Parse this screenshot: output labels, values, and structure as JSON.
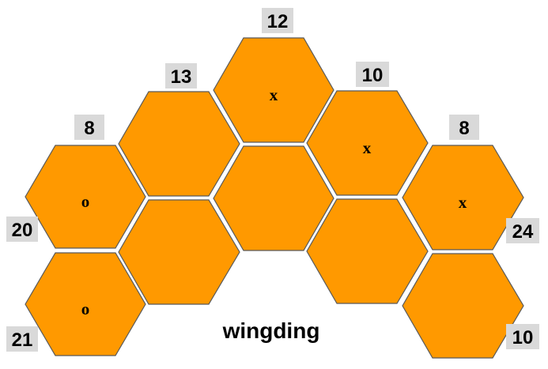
{
  "board": {
    "fill_color": "#ff9900",
    "edge_color": "#595959",
    "label_background": "#d9d9d9"
  },
  "hexes": {
    "left_top": {
      "mark": "o"
    },
    "left_bottom": {
      "mark": "o"
    },
    "inner_left_top": {
      "mark": ""
    },
    "inner_left_bottom": {
      "mark": ""
    },
    "center_top": {
      "mark": "x"
    },
    "center_bottom": {
      "mark": ""
    },
    "inner_right_top": {
      "mark": "x"
    },
    "inner_right_bottom": {
      "mark": ""
    },
    "right_top": {
      "mark": "x"
    },
    "right_bottom": {
      "mark": ""
    }
  },
  "labels": {
    "left_top_above": "8",
    "inner_left_top_above": "13",
    "center_top_above": "12",
    "inner_right_top_above": "10",
    "right_top_above": "8",
    "left_top_side": "20",
    "left_bottom_side": "21",
    "right_top_side": "24",
    "right_bottom_side": "10"
  },
  "caption": "wingding"
}
